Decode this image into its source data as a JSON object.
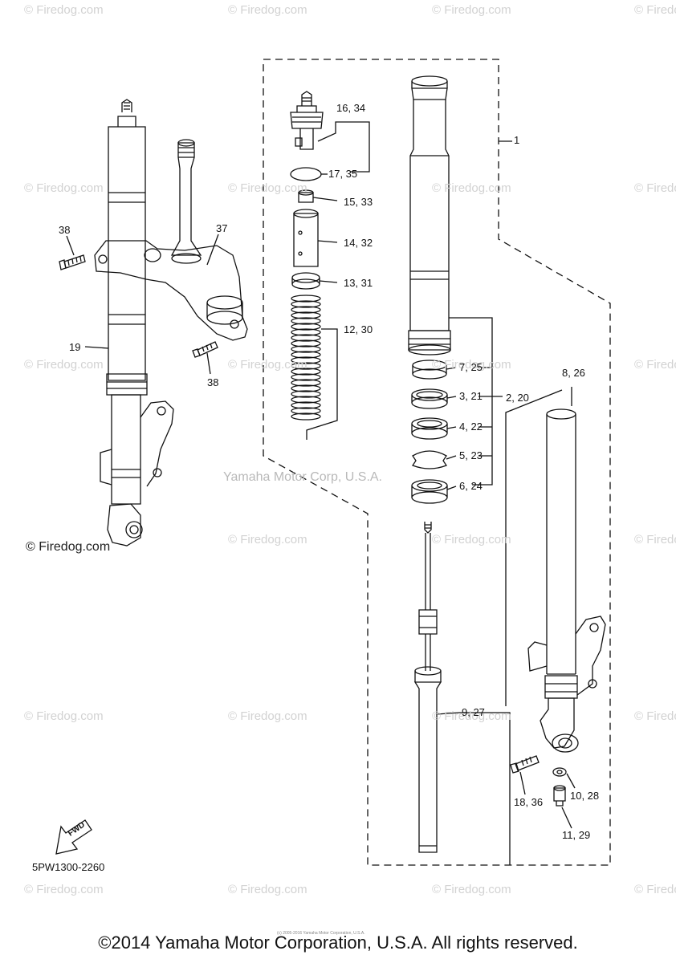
{
  "labels": {
    "l1": "1",
    "l16_34": "16, 34",
    "l17_35": "17, 35",
    "l15_33": "15, 33",
    "l14_32": "14, 32",
    "l13_31": "13, 31",
    "l12_30": "12, 30",
    "l7_25": "7, 25",
    "l3_21": "3, 21",
    "l2_20": "2, 20",
    "l4_22": "4, 22",
    "l5_23": "5, 23",
    "l6_24": "6, 24",
    "l8_26": "8, 26",
    "l9_27": "9, 27",
    "l10_28": "10, 28",
    "l11_29": "11, 29",
    "l18_36": "18, 36",
    "l19": "19",
    "l37": "37",
    "l38a": "38",
    "l38b": "38"
  },
  "watermark": {
    "text": "© Firedog.com",
    "center": "Yamaha Motor Corp, U.S.A."
  },
  "fwd": "FWD",
  "part_code": "5PW1300-2260",
  "footer": "©2014 Yamaha Motor Corporation, U.S.A. All rights reserved.",
  "tiny_copyright": "(c) 2005-2016 Yamaha Motor Corporation, U.S.A.",
  "colors": {
    "line": "#111111",
    "watermark": "#d2d2d2"
  }
}
